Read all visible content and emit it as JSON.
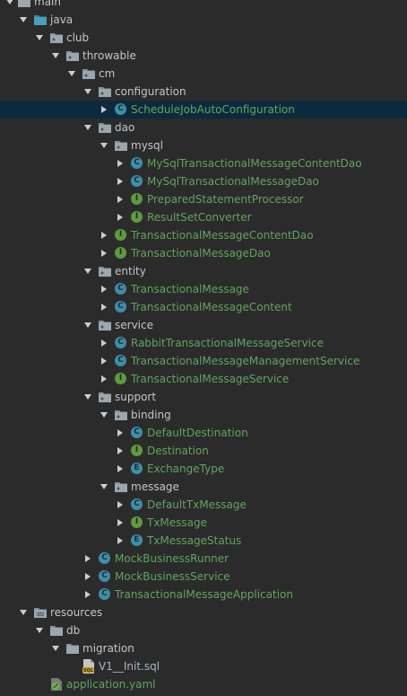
{
  "tree": {
    "main": "main",
    "java": "java",
    "club": "club",
    "throwable": "throwable",
    "cm": "cm",
    "configuration": "configuration",
    "schedule_job_auto_configuration": "ScheduleJobAutoConfiguration",
    "dao": "dao",
    "mysql": "mysql",
    "mysql_transactional_message_content_dao": "MySqlTransactionalMessageContentDao",
    "mysql_transactional_message_dao": "MySqlTransactionalMessageDao",
    "prepared_statement_processor": "PreparedStatementProcessor",
    "result_set_converter": "ResultSetConverter",
    "transactional_message_content_dao": "TransactionalMessageContentDao",
    "transactional_message_dao": "TransactionalMessageDao",
    "entity": "entity",
    "transactional_message": "TransactionalMessage",
    "transactional_message_content": "TransactionalMessageContent",
    "service": "service",
    "rabbit_transactional_message_service": "RabbitTransactionalMessageService",
    "transactional_message_management_service": "TransactionalMessageManagementService",
    "transactional_message_service": "TransactionalMessageService",
    "support": "support",
    "binding": "binding",
    "default_destination": "DefaultDestination",
    "destination": "Destination",
    "exchange_type": "ExchangeType",
    "message": "message",
    "default_tx_message": "DefaultTxMessage",
    "tx_message": "TxMessage",
    "tx_message_status": "TxMessageStatus",
    "mock_business_runner": "MockBusinessRunner",
    "mock_business_service": "MockBusinessService",
    "transactional_message_application": "TransactionalMessageApplication",
    "resources": "resources",
    "db": "db",
    "migration": "migration",
    "v1_init_sql": "V1__Init.sql",
    "application_yaml": "application.yaml"
  },
  "badges": {
    "class": "C",
    "interface": "I",
    "enum": "E"
  },
  "colors": {
    "background": "#2b2b2b",
    "selection": "#0d293e",
    "package_text": "#c1c7cd",
    "java_text": "#62a55d",
    "class_badge": "#3d8faa",
    "interface_badge": "#5f9a3d"
  }
}
